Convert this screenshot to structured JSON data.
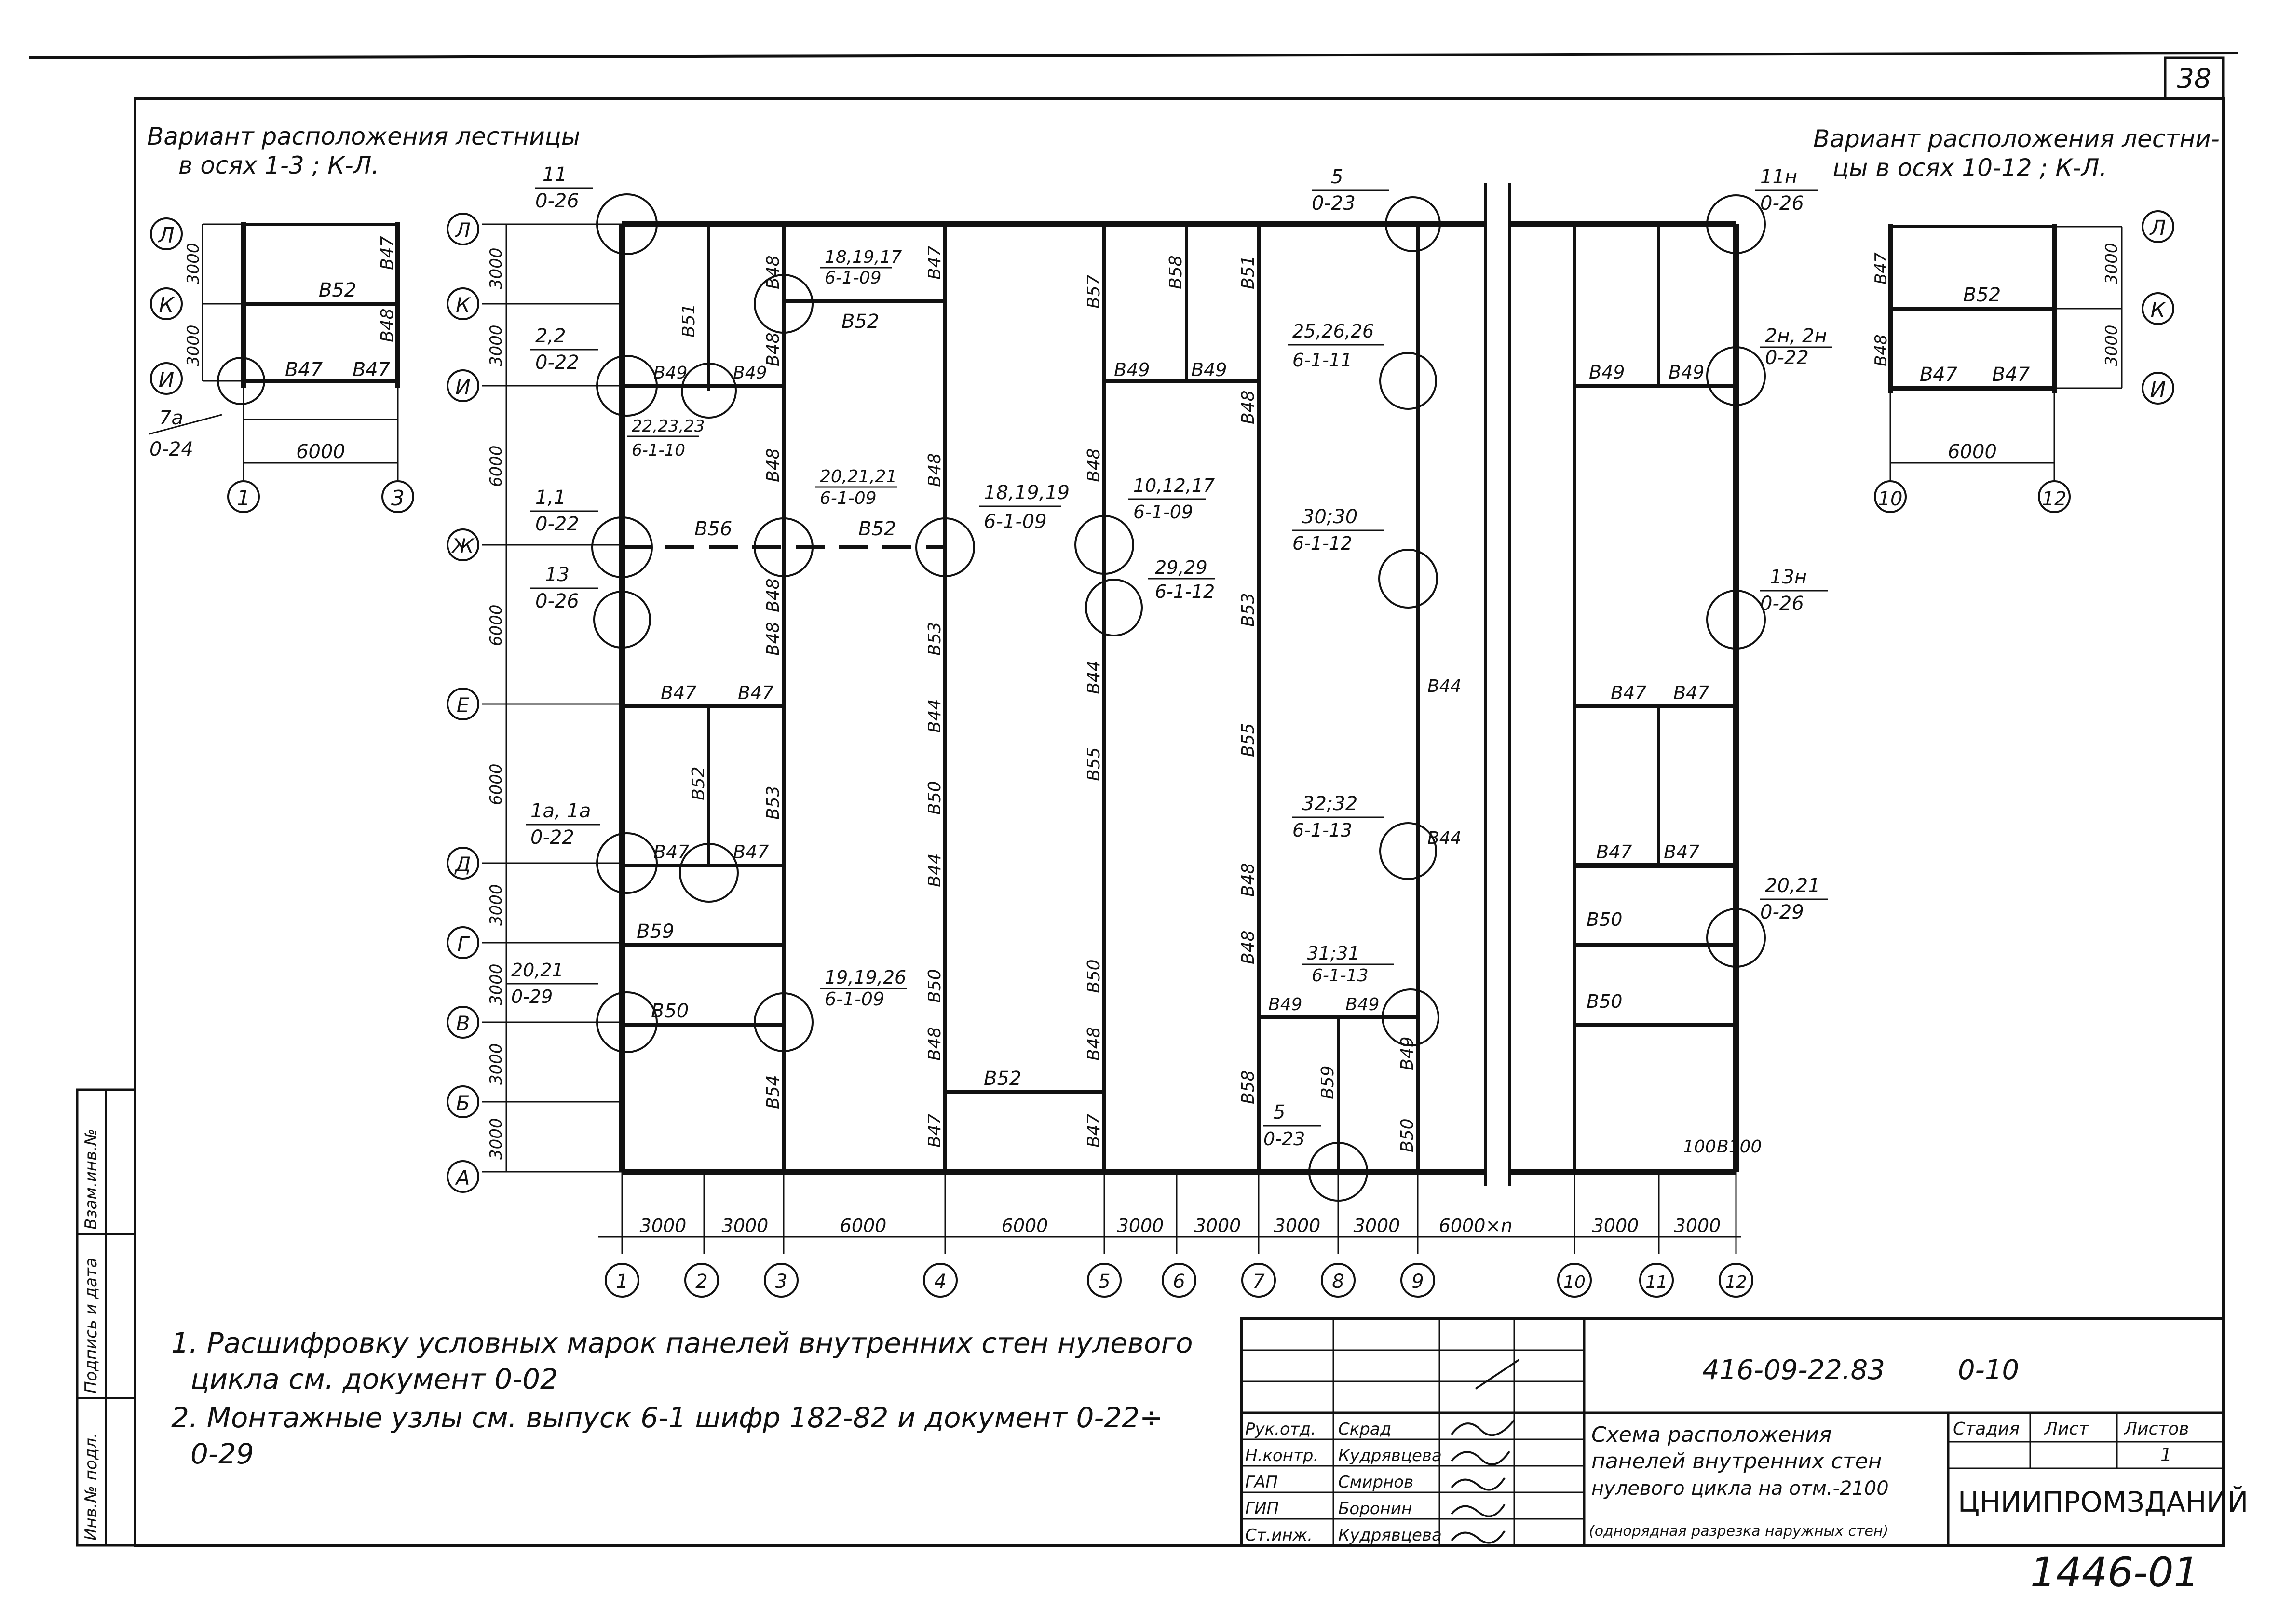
{
  "sheet_number": "38",
  "left_inset": {
    "title_line1": "Вариант расположения лестницы",
    "title_line2": "в осях 1-3 ; К-Л.",
    "row_labels": [
      "Л",
      "К",
      "И"
    ],
    "col_labels": [
      "1",
      "3"
    ],
    "panels": [
      "В52",
      "В47",
      "В47",
      "В47",
      "В48"
    ],
    "dims": [
      "3000",
      "3000",
      "6000"
    ],
    "node": "7а",
    "node_doc": "0-24"
  },
  "right_inset": {
    "title_line1": "Вариант расположения лестни-",
    "title_line2": "цы в осях 10-12 ; К-Л.",
    "row_labels": [
      "Л",
      "К",
      "И"
    ],
    "col_labels": [
      "10",
      "12"
    ],
    "panels": [
      "В52",
      "В47",
      "В47",
      "В47",
      "В48"
    ],
    "dims": [
      "3000",
      "3000",
      "6000"
    ]
  },
  "rows": [
    "Л",
    "К",
    "И",
    "Ж",
    "Е",
    "Д",
    "Г",
    "В",
    "Б",
    "А"
  ],
  "row_dims": [
    "3000",
    "3000",
    "6000",
    "6000",
    "6000",
    "3000",
    "3000",
    "3000",
    "3000"
  ],
  "columns": [
    "1",
    "2",
    "3",
    "4",
    "5",
    "6",
    "7",
    "8",
    "9",
    "10",
    "11",
    "12"
  ],
  "col_dims": [
    "3000",
    "3000",
    "6000",
    "6000",
    "3000",
    "3000",
    "3000",
    "3000",
    "6000×n",
    "3000",
    "3000"
  ],
  "nodes": [
    {
      "num": "11",
      "doc": "0-26"
    },
    {
      "num": "2,2",
      "doc": "0-22"
    },
    {
      "num": "1,1",
      "doc": "0-22"
    },
    {
      "num": "13",
      "doc": "0-26"
    },
    {
      "num": "1а, 1а",
      "doc": "0-22"
    },
    {
      "num": "20,21",
      "doc": "0-29"
    },
    {
      "num": "18,19,17",
      "doc": "6-1-09"
    },
    {
      "num": "22,23,23",
      "doc": "6-1-10"
    },
    {
      "num": "20,21,21",
      "doc": "6-1-09"
    },
    {
      "num": "18,19,19",
      "doc": "6-1-09"
    },
    {
      "num": "19,19,26",
      "doc": "6-1-09"
    },
    {
      "num": "10,12,17",
      "doc": "6-1-09"
    },
    {
      "num": "29,29",
      "doc": "6-1-12"
    },
    {
      "num": "5",
      "doc": "0-23"
    },
    {
      "num": "25,26,26",
      "doc": "6-1-11"
    },
    {
      "num": "30;30",
      "doc": "6-1-12"
    },
    {
      "num": "32;32",
      "doc": "6-1-13"
    },
    {
      "num": "31;31",
      "doc": "6-1-13"
    },
    {
      "num": "5",
      "doc": "0-23"
    },
    {
      "num": "11н",
      "doc": "0-26"
    },
    {
      "num": "2н, 2н",
      "doc": "0-22"
    },
    {
      "num": "13н",
      "doc": "0-26"
    },
    {
      "num": "20,21",
      "doc": "0-29"
    }
  ],
  "panels": {
    "horizontal": [
      "В49",
      "В49",
      "В56",
      "В52",
      "В52",
      "В47",
      "В47",
      "В47",
      "В47",
      "В59",
      "В50",
      "В52",
      "В49",
      "В49",
      "В49",
      "В49",
      "В49",
      "В49",
      "В47",
      "В47",
      "В47",
      "В47",
      "В50",
      "В50",
      "100",
      "В100"
    ],
    "vertical": [
      "В51",
      "В48",
      "В48",
      "В48",
      "В48",
      "В48",
      "В52",
      "В53",
      "В54",
      "В47",
      "В48",
      "В53",
      "В44",
      "В50",
      "В44",
      "В50",
      "В48",
      "В47",
      "В57",
      "В48",
      "В44",
      "В55",
      "В48",
      "В50",
      "В47",
      "В58",
      "В51",
      "В48",
      "В53",
      "В55",
      "В48",
      "В48",
      "В58",
      "В59",
      "В44",
      "В44",
      "В50",
      "В49"
    ]
  },
  "notes": [
    "1. Расшифровку условных марок панелей внутренних стен нулевого",
    "цикла см. документ   0-02",
    "2. Монтажные узлы см.  выпуск 6-1 шифр 182-82 и документ 0-22÷",
    "0-29"
  ],
  "side_stamp": [
    "Инв.№ подл.",
    "Подпись и дата",
    "Взам.инв.№"
  ],
  "title_block": {
    "code": "416-09-22.83",
    "doc": "0-10",
    "roles": [
      "Рук.отд.",
      "Н.контр.",
      "ГАП",
      "ГИП",
      "Ст.инж."
    ],
    "names": [
      "Скрад",
      "Кудрявцева",
      "Смирнов",
      "Боронин",
      "Кудрявцева"
    ],
    "description": [
      "Схема расположения",
      "панелей внутренних стен",
      "нулевого цикла на отм.-2100",
      "(однорядная разрезка наружных стен)"
    ],
    "stage_label": "Стадия",
    "sheet_label": "Лист",
    "sheets_label": "Листов",
    "sheets_value": "1",
    "org": "ЦНИИПРОМЗДАНИЙ"
  },
  "archive_number": "1446-01"
}
